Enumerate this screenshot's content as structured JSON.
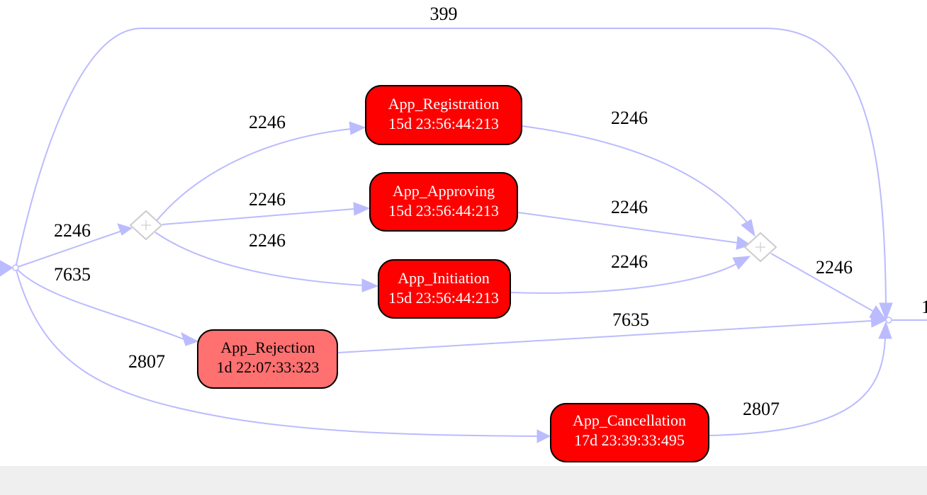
{
  "colors": {
    "edge": "#bbbbff",
    "node_dark": "#ff0000",
    "node_light": "#ff7070",
    "node_text": "#ffffff",
    "gateway": "#cccccc",
    "footer": "#efefef"
  },
  "nodes": {
    "registration": {
      "name": "App_Registration",
      "duration": "15d 23:56:44:213"
    },
    "approving": {
      "name": "App_Approving",
      "duration": "15d 23:56:44:213"
    },
    "initiation": {
      "name": "App_Initiation",
      "duration": "15d 23:56:44:213"
    },
    "rejection": {
      "name": "App_Rejection",
      "duration": "1d 22:07:33:323"
    },
    "cancellation": {
      "name": "App_Cancellation",
      "duration": "17d 23:39:33:495"
    }
  },
  "edges": {
    "start_to_end": "399",
    "start_to_split": "2246",
    "start_to_rejection": "7635",
    "start_to_cancellation": "2807",
    "split_to_registration": "2246",
    "split_to_approving": "2246",
    "split_to_initiation": "2246",
    "registration_to_join": "2246",
    "approving_to_join": "2246",
    "initiation_to_join": "2246",
    "join_to_end": "2246",
    "rejection_to_end": "7635",
    "cancellation_to_end": "2807",
    "end_out": "1"
  }
}
